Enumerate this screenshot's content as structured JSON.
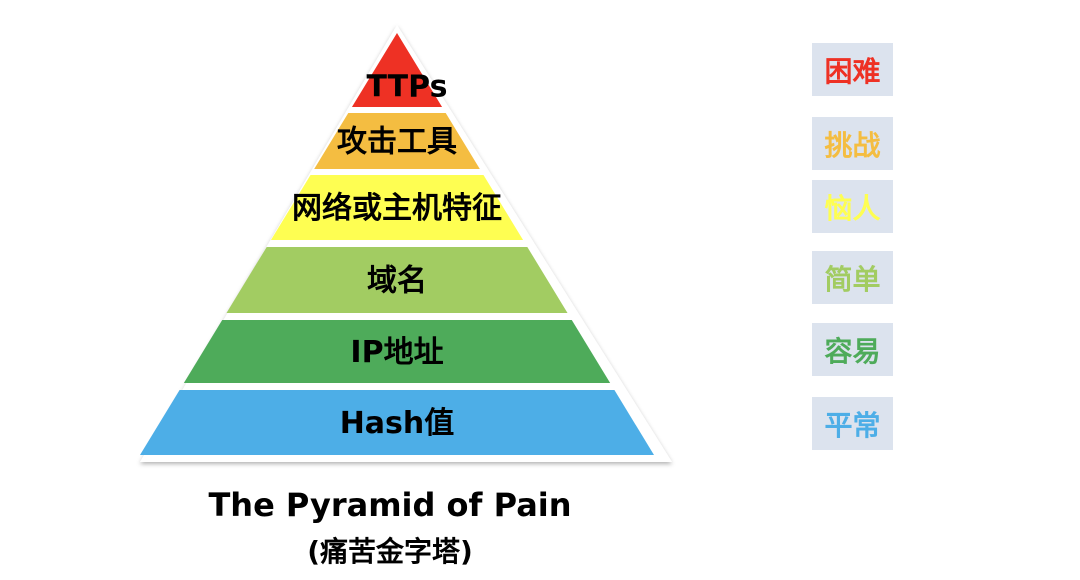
{
  "pyramid": {
    "levels": [
      {
        "label": "TTPs",
        "color": "#ee3124"
      },
      {
        "label": "攻击工具",
        "color": "#f4bd41"
      },
      {
        "label": "网络或主机特征",
        "color": "#fefe52"
      },
      {
        "label": "域名",
        "color": "#a2cc62"
      },
      {
        "label": "IP地址",
        "color": "#4eab5a"
      },
      {
        "label": "Hash值",
        "color": "#4daee7"
      }
    ]
  },
  "difficulty": [
    {
      "label": "困难",
      "color": "#ee3124"
    },
    {
      "label": "挑战",
      "color": "#f4bd41"
    },
    {
      "label": "恼人",
      "color": "#fefe52"
    },
    {
      "label": "简单",
      "color": "#a2cc62"
    },
    {
      "label": "容易",
      "color": "#4eab5a"
    },
    {
      "label": "平常",
      "color": "#4daee7"
    }
  ],
  "caption": {
    "title": "The Pyramid of Pain",
    "subtitle": "(痛苦金字塔)"
  }
}
